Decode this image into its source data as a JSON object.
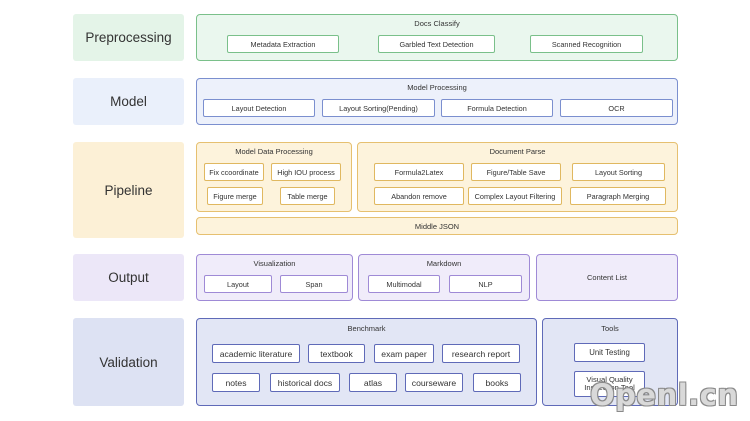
{
  "stages": {
    "preprocessing": "Preprocessing",
    "model": "Model",
    "pipeline": "Pipeline",
    "output": "Output",
    "validation": "Validation"
  },
  "preprocessing": {
    "title": "Docs Classify",
    "items": [
      "Metadata Extraction",
      "Garbled Text Detection",
      "Scanned Recognition"
    ]
  },
  "model": {
    "title": "Model Processing",
    "items": [
      "Layout Detection",
      "Layout Sorting(Pending)",
      "Formula Detection",
      "OCR"
    ]
  },
  "pipeline": {
    "model_data": {
      "title": "Model Data Processing",
      "items": [
        "Fix ccoordinate",
        "High IOU process",
        "Figure merge",
        "Table merge"
      ]
    },
    "document_parse": {
      "title": "Document Parse",
      "items": [
        "Formula2Latex",
        "Figure/Table Save",
        "Layout Sorting",
        "Abandon remove",
        "Complex Layout Filtering",
        "Paragraph Merging"
      ]
    },
    "middle": "Middle JSON"
  },
  "output": {
    "visualization": {
      "title": "Visualization",
      "items": [
        "Layout",
        "Span"
      ]
    },
    "markdown": {
      "title": "Markdown",
      "items": [
        "Multimodal",
        "NLP"
      ]
    },
    "content_list": "Content List"
  },
  "validation": {
    "benchmark": {
      "title": "Benchmark",
      "items": [
        "academic literature",
        "textbook",
        "exam paper",
        "research report",
        "notes",
        "historical docs",
        "atlas",
        "courseware",
        "books"
      ]
    },
    "tools": {
      "title": "Tools",
      "items": [
        "Unit Testing",
        "Visual Quality Inspection Tool"
      ]
    }
  },
  "watermark": "Openl.cn",
  "colors": {
    "green": "#7ac08a",
    "blue": "#7b8fcf",
    "orange": "#e6c070",
    "purple": "#9f8ad6",
    "indigo": "#5f6ab8"
  }
}
